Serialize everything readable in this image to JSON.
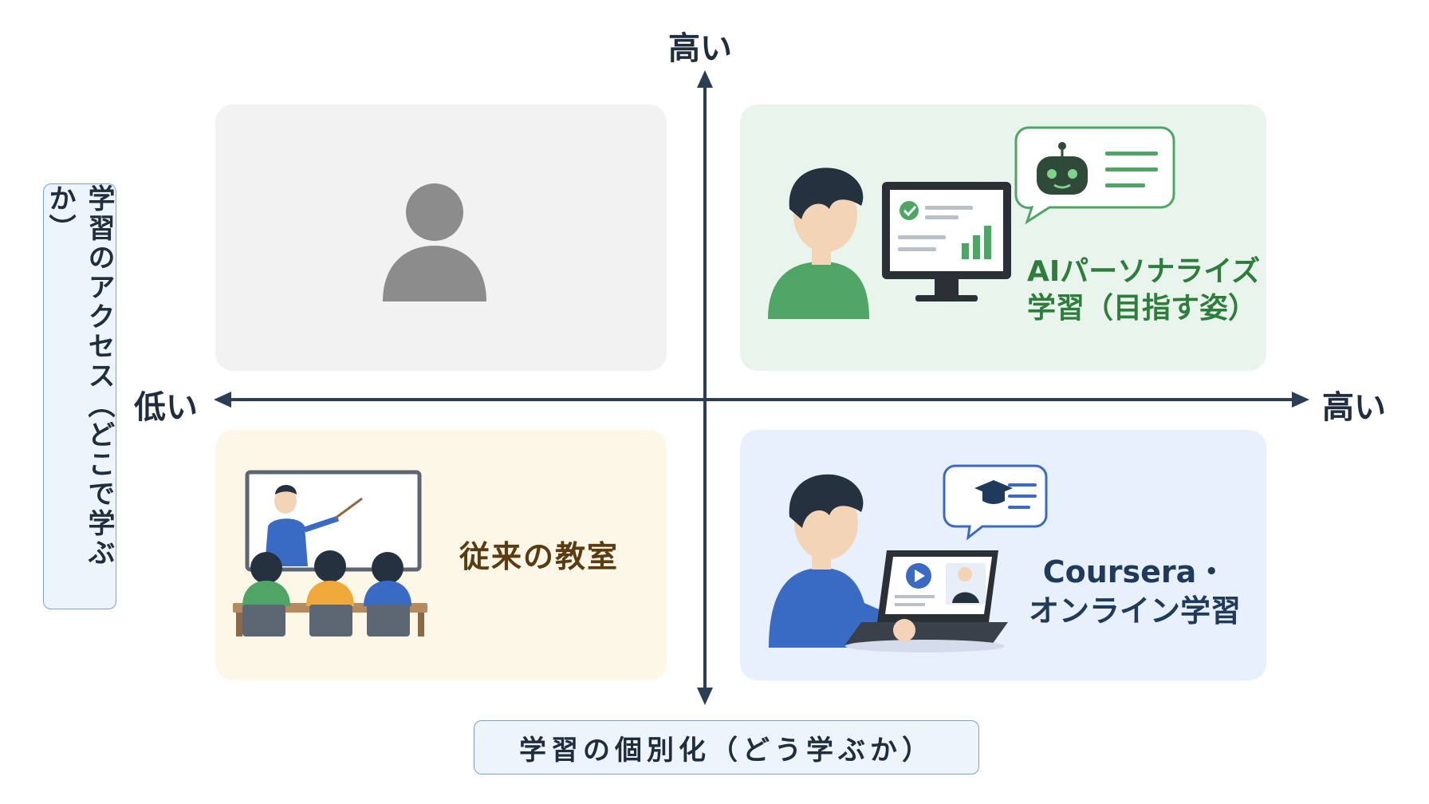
{
  "axes": {
    "y_high": "高い",
    "x_low": "低い",
    "x_high": "高い",
    "y_title": "学習のアクセス（どこで学ぶか）",
    "x_title": "学習の個別化（どう学ぶか）"
  },
  "quadrants": {
    "top_left": {
      "label": "",
      "icon": "user-placeholder-icon"
    },
    "top_right": {
      "line1": "AIパーソナライズ",
      "line2": "学習（目指す姿）",
      "icon": "ai-chatbot-icon"
    },
    "bottom_left": {
      "label": "従来の教室",
      "icon": "classroom-icon"
    },
    "bottom_right": {
      "line1": "Coursera・",
      "line2": "オンライン学習",
      "icon": "online-course-icon"
    }
  },
  "colors": {
    "axis": "#2c3e55",
    "green": "#2e7d3c",
    "blue": "#3a6bc4",
    "gray_icon": "#8c8c8c"
  }
}
